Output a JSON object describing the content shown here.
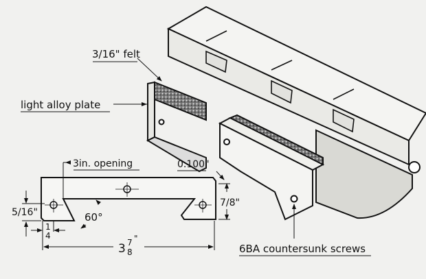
{
  "labels": {
    "felt": "3/16\" felt",
    "plate": "light alloy plate",
    "opening": "3in. opening",
    "thickness": "0.100\"",
    "hole_offset": "5/16\"",
    "height": "7/8\"",
    "angle": "60°",
    "edge_num": "1",
    "edge_den": "4",
    "length_whole": "3",
    "length_num": "7",
    "length_den": "8",
    "inch_mark": "\"",
    "screws": "6BA countersunk screws"
  },
  "colors": {
    "ink": "#111111",
    "paper": "#f1f1ef"
  }
}
